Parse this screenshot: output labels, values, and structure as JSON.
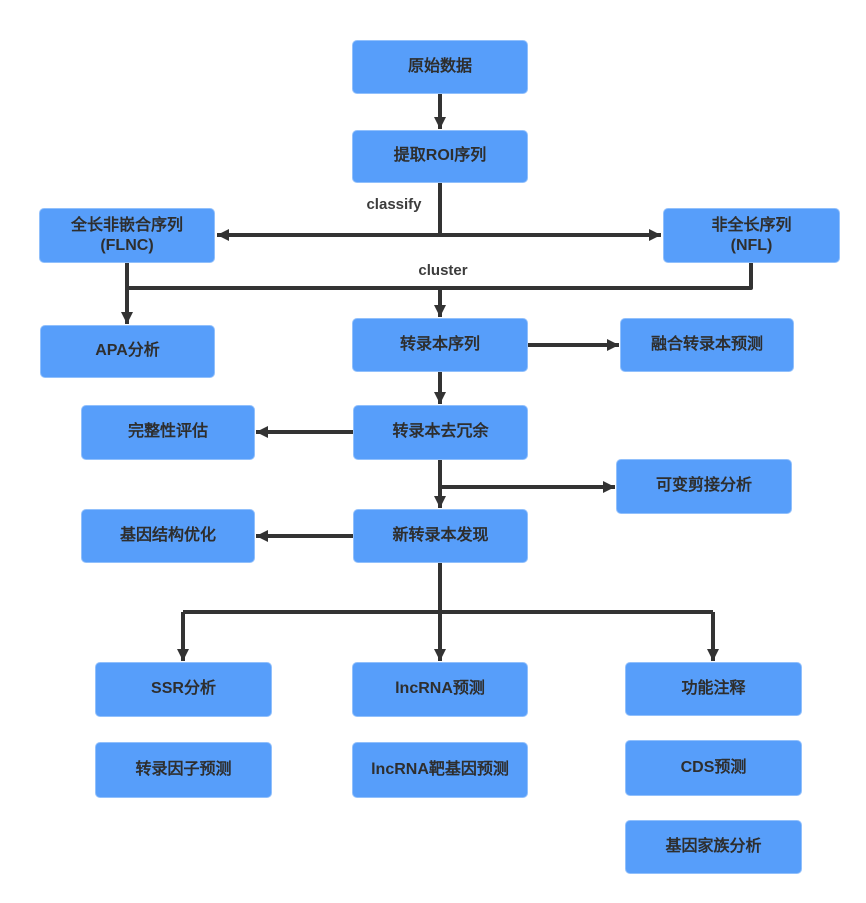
{
  "diagram": {
    "title": "transcriptome-analysis-flowchart",
    "background_color": "#ffffff",
    "node_fill_color": "#579EFA",
    "node_text_color": "#2E2E2E",
    "arrow_color": "#333333"
  },
  "nodes": [
    {
      "id": "raw-data",
      "label": "原始数据"
    },
    {
      "id": "extract-roi",
      "label": "提取ROI序列"
    },
    {
      "id": "flnc",
      "label": "全长非嵌合序列\n(FLNC)"
    },
    {
      "id": "nfl",
      "label": "非全长序列\n(NFL)"
    },
    {
      "id": "apa",
      "label": "APA分析"
    },
    {
      "id": "transcript-seq",
      "label": "转录本序列"
    },
    {
      "id": "fusion-predict",
      "label": "融合转录本预测"
    },
    {
      "id": "integrity",
      "label": "完整性评估"
    },
    {
      "id": "dedup",
      "label": "转录本去冗余"
    },
    {
      "id": "alt-splicing",
      "label": "可变剪接分析"
    },
    {
      "id": "gene-structure",
      "label": "基因结构优化"
    },
    {
      "id": "novel-transcript",
      "label": "新转录本发现"
    },
    {
      "id": "ssr",
      "label": "SSR分析"
    },
    {
      "id": "lncrna",
      "label": "lncRNA预测"
    },
    {
      "id": "function-annot",
      "label": "功能注释"
    },
    {
      "id": "tf-predict",
      "label": "转录因子预测"
    },
    {
      "id": "lncrna-target",
      "label": "lncRNA靶基因预测"
    },
    {
      "id": "cds-predict",
      "label": "CDS预测"
    },
    {
      "id": "gene-family",
      "label": "基因家族分析"
    }
  ],
  "edge_labels": {
    "classify": "classify",
    "cluster": "cluster"
  }
}
